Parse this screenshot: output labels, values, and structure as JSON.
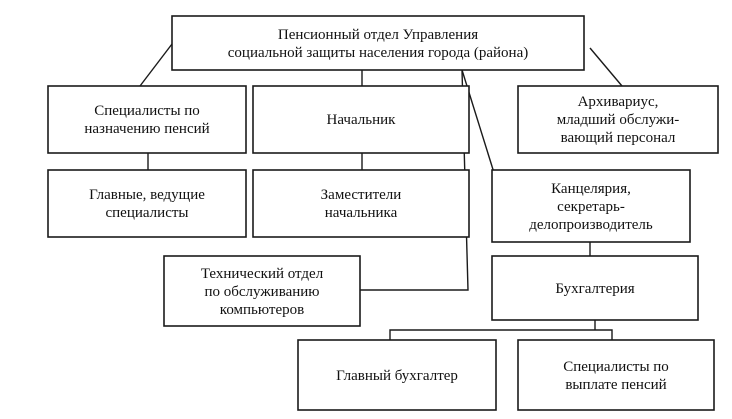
{
  "diagram": {
    "nodes": {
      "root": [
        "Пенсионный отдел Управления",
        "социальной защиты населения города (района)"
      ],
      "pension_specialists": [
        "Специалисты по",
        "назначению пенсий"
      ],
      "chief": [
        "Начальник"
      ],
      "archivist": [
        "Архивариус,",
        "младший обслужи-",
        "вающий персонал"
      ],
      "lead_specialists": [
        "Главные, ведущие",
        "специалисты"
      ],
      "deputies": [
        "Заместители",
        "начальника"
      ],
      "chancellery": [
        "Канцелярия,",
        "секретарь-",
        "делопроизводитель"
      ],
      "tech_dept": [
        "Технический отдел",
        "по обслуживанию",
        "компьютеров"
      ],
      "accounting": [
        "Бухгалтерия"
      ],
      "chief_accountant": [
        "Главный бухгалтер"
      ],
      "payment_specialists": [
        "Специалисты по",
        "выплате пенсий"
      ]
    }
  }
}
